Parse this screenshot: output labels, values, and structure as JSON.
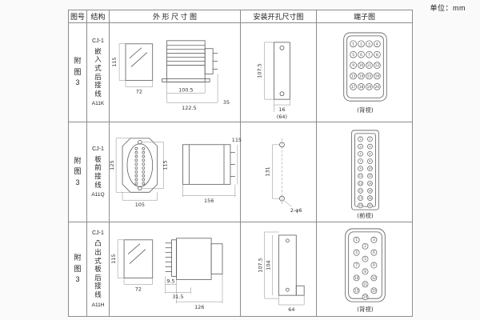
{
  "unit_label": "单位：mm",
  "headers": {
    "fig": "图号",
    "structure": "结构",
    "outline": "外 形 尺 寸 图",
    "install": "安装开孔尺寸图",
    "terminal": "端子图"
  },
  "rows": [
    {
      "fig_no": "附图3",
      "model": "CJ-1",
      "structure_desc": "嵌入式后接线",
      "code": "A11K",
      "outline": {
        "front_height": "115",
        "front_width": "72",
        "depth_body": "100.5",
        "depth_total": "122.5",
        "connector_depth": "35"
      },
      "install": {
        "height": "107.5",
        "width": "16",
        "width_note": "(64)"
      },
      "terminal": {
        "view_label": "(背视)",
        "count": 20
      }
    },
    {
      "fig_no": "附图3",
      "model": "CJ-1",
      "structure_desc": "板前接线",
      "code": "A11Q",
      "outline": {
        "flange_height": "125",
        "hole_spacing": "115",
        "flange_width": "105",
        "length": "156",
        "body_height": "115"
      },
      "install": {
        "hole_spacing": "131",
        "holes": "2-φ6"
      },
      "terminal": {
        "view_label": "(前视)",
        "count": 20
      }
    },
    {
      "fig_no": "附图3",
      "model": "CJ-1",
      "structure_desc": "凸出式板后接线",
      "code": "A11H",
      "outline": {
        "front_height": "115",
        "front_width": "72",
        "pin_length": "9.5",
        "flange_depth": "31.5",
        "total_depth": "126"
      },
      "install": {
        "height_outer": "107.5",
        "height_inner": "104",
        "width": "64"
      },
      "terminal": {
        "view_label": "(背视)",
        "count": 15
      }
    }
  ]
}
